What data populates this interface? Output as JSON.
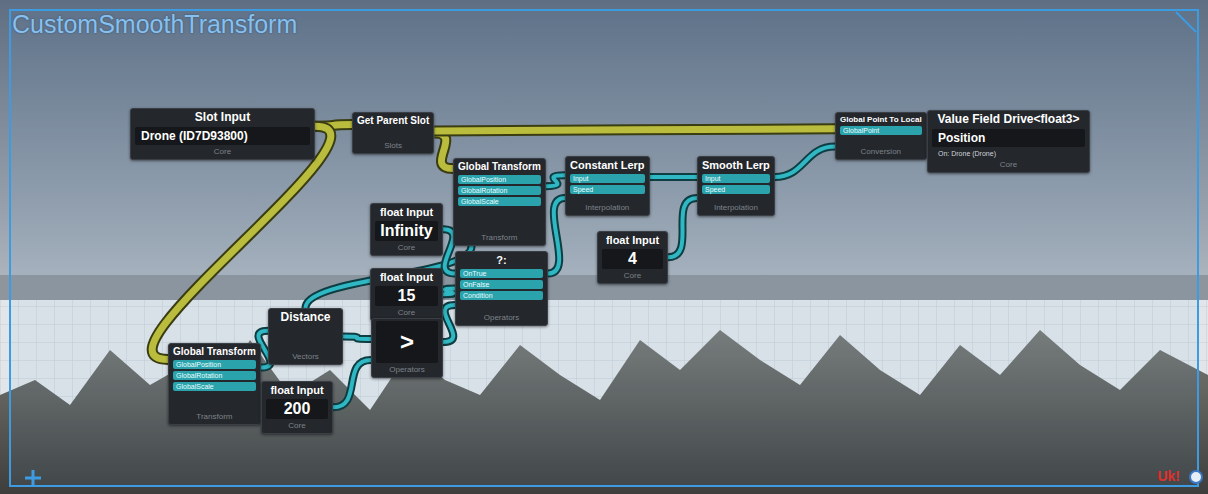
{
  "diagram": {
    "title": "CustomSmoothTransform",
    "nodes": [
      {
        "text": [
          "Slot Input",
          "Drone (ID7D93800)",
          "Core"
        ]
      },
      {
        "text": [
          "Get Parent Slot",
          "Slots"
        ]
      },
      {
        "text": [
          "Global Transform",
          "GlobalPosition",
          "GlobalRotation",
          "GlobalScale",
          "Transform"
        ]
      },
      {
        "text": [
          "float Input",
          "Infinity",
          "Core"
        ]
      },
      {
        "text": [
          "Constant Lerp",
          "Input",
          "Speed",
          "Interpolation"
        ]
      },
      {
        "text": [
          "Smooth Lerp",
          "Input",
          "Speed",
          "Interpolation"
        ]
      },
      {
        "text": [
          "float Input",
          "4",
          "Core"
        ]
      },
      {
        "text": [
          "Global Point To Local",
          "GlobalPoint",
          "Conversion"
        ]
      },
      {
        "text": [
          "Value Field Drive<float3>",
          "Position",
          "On: Drone (Drone)",
          "Core"
        ]
      },
      {
        "text": [
          "float Input",
          "15",
          "Core"
        ]
      },
      {
        "text": [
          "?:",
          "OnTrue",
          "OnFalse",
          "Condition",
          "Operators"
        ]
      },
      {
        "text": [
          "Distance",
          "Vectors"
        ]
      },
      {
        "text": [
          ">",
          "Operators"
        ]
      },
      {
        "text": [
          "Global Transform",
          "GlobalPosition",
          "GlobalRotation",
          "GlobalScale",
          "Transform"
        ]
      },
      {
        "text": [
          "float Input",
          "200",
          "Core"
        ]
      }
    ],
    "edges": [
      {
        "from": 0,
        "to": 1,
        "arrow": "none"
      },
      {
        "from": 0,
        "to": 13,
        "arrow": "none"
      },
      {
        "from": 1,
        "to": 2,
        "arrow": "none"
      },
      {
        "from": 1,
        "to": 7,
        "arrow": "none"
      },
      {
        "from": 2,
        "to": 4,
        "arrow": "none"
      },
      {
        "from": 13,
        "to": 11,
        "arrow": "none"
      },
      {
        "from": 2,
        "to": 11,
        "arrow": "none"
      },
      {
        "from": 3,
        "to": 10,
        "arrow": "none"
      },
      {
        "from": 9,
        "to": 10,
        "arrow": "none"
      },
      {
        "from": 11,
        "to": 12,
        "arrow": "none"
      },
      {
        "from": 14,
        "to": 12,
        "arrow": "none"
      },
      {
        "from": 12,
        "to": 10,
        "arrow": "none"
      },
      {
        "from": 10,
        "to": 4,
        "arrow": "none"
      },
      {
        "from": 4,
        "to": 5,
        "arrow": "none"
      },
      {
        "from": 6,
        "to": 5,
        "arrow": "none"
      },
      {
        "from": 5,
        "to": 7,
        "arrow": "none"
      },
      {
        "from": 7,
        "to": 8,
        "arrow": "none"
      }
    ],
    "labels": [
      "Uk!"
    ]
  }
}
